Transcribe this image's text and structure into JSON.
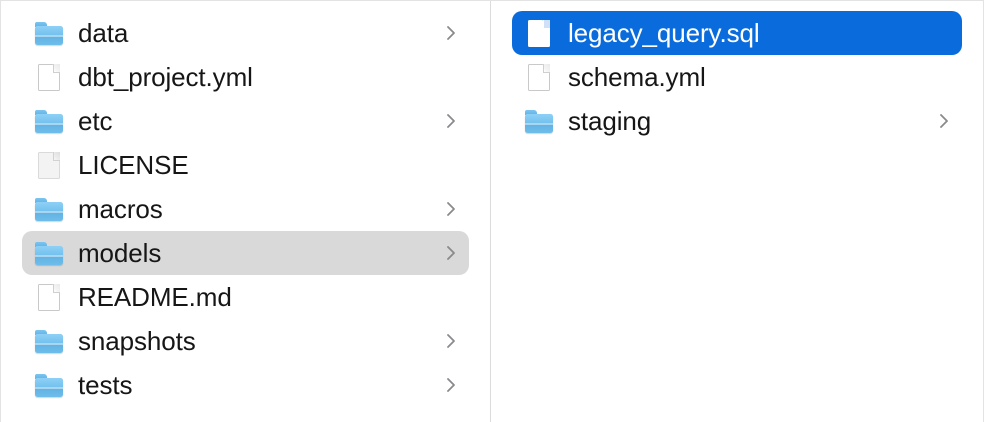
{
  "app": {
    "view": "column-view",
    "accent_selected_color": "#0a6cdc",
    "inactive_selection_color": "#d9d9d9",
    "text_color": "#161616",
    "folder_color": "#74c2ef",
    "divider_color": "#dcdcdc"
  },
  "columns": [
    {
      "name": "parent-column",
      "items": [
        {
          "label": "data",
          "icon": "folder-icon",
          "kind": "folder",
          "has_chevron": true,
          "selected": false
        },
        {
          "label": "dbt_project.yml",
          "icon": "document-icon",
          "kind": "file",
          "has_chevron": false,
          "selected": false
        },
        {
          "label": "etc",
          "icon": "folder-icon",
          "kind": "folder",
          "has_chevron": true,
          "selected": false
        },
        {
          "label": "LICENSE",
          "icon": "document-plain-icon",
          "kind": "file",
          "has_chevron": false,
          "selected": false
        },
        {
          "label": "macros",
          "icon": "folder-icon",
          "kind": "folder",
          "has_chevron": true,
          "selected": false
        },
        {
          "label": "models",
          "icon": "folder-icon",
          "kind": "folder",
          "has_chevron": true,
          "selected": true,
          "selection_style": "grey"
        },
        {
          "label": "README.md",
          "icon": "document-icon",
          "kind": "file",
          "has_chevron": false,
          "selected": false
        },
        {
          "label": "snapshots",
          "icon": "folder-icon",
          "kind": "folder",
          "has_chevron": true,
          "selected": false
        },
        {
          "label": "tests",
          "icon": "folder-icon",
          "kind": "folder",
          "has_chevron": true,
          "selected": false
        }
      ]
    },
    {
      "name": "child-column",
      "items": [
        {
          "label": "legacy_query.sql",
          "icon": "document-icon",
          "kind": "file",
          "has_chevron": false,
          "selected": true,
          "selection_style": "blue"
        },
        {
          "label": "schema.yml",
          "icon": "document-icon",
          "kind": "file",
          "has_chevron": false,
          "selected": false
        },
        {
          "label": "staging",
          "icon": "folder-icon",
          "kind": "folder",
          "has_chevron": true,
          "selected": false
        }
      ]
    }
  ]
}
